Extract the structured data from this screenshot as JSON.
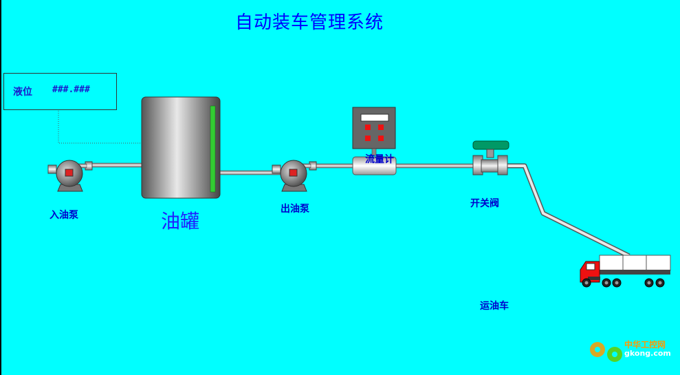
{
  "title": "自动装车管理系统",
  "level_panel": {
    "label": "液位",
    "value": "###.###"
  },
  "labels": {
    "inlet_pump": "入油泵",
    "tank": "油罐",
    "outlet_pump": "出油泵",
    "flow_meter": "流量计",
    "valve": "开关阀",
    "truck": "运油车"
  },
  "watermark": {
    "name": "中华工控网",
    "domain": "gkong.com"
  },
  "colors": {
    "background": "#00ffff",
    "title": "#0000ff",
    "label": "#0000cc",
    "tank_level_bar": "#33cc33",
    "valve_handle": "#009966",
    "truck_cab": "#ff0000"
  }
}
